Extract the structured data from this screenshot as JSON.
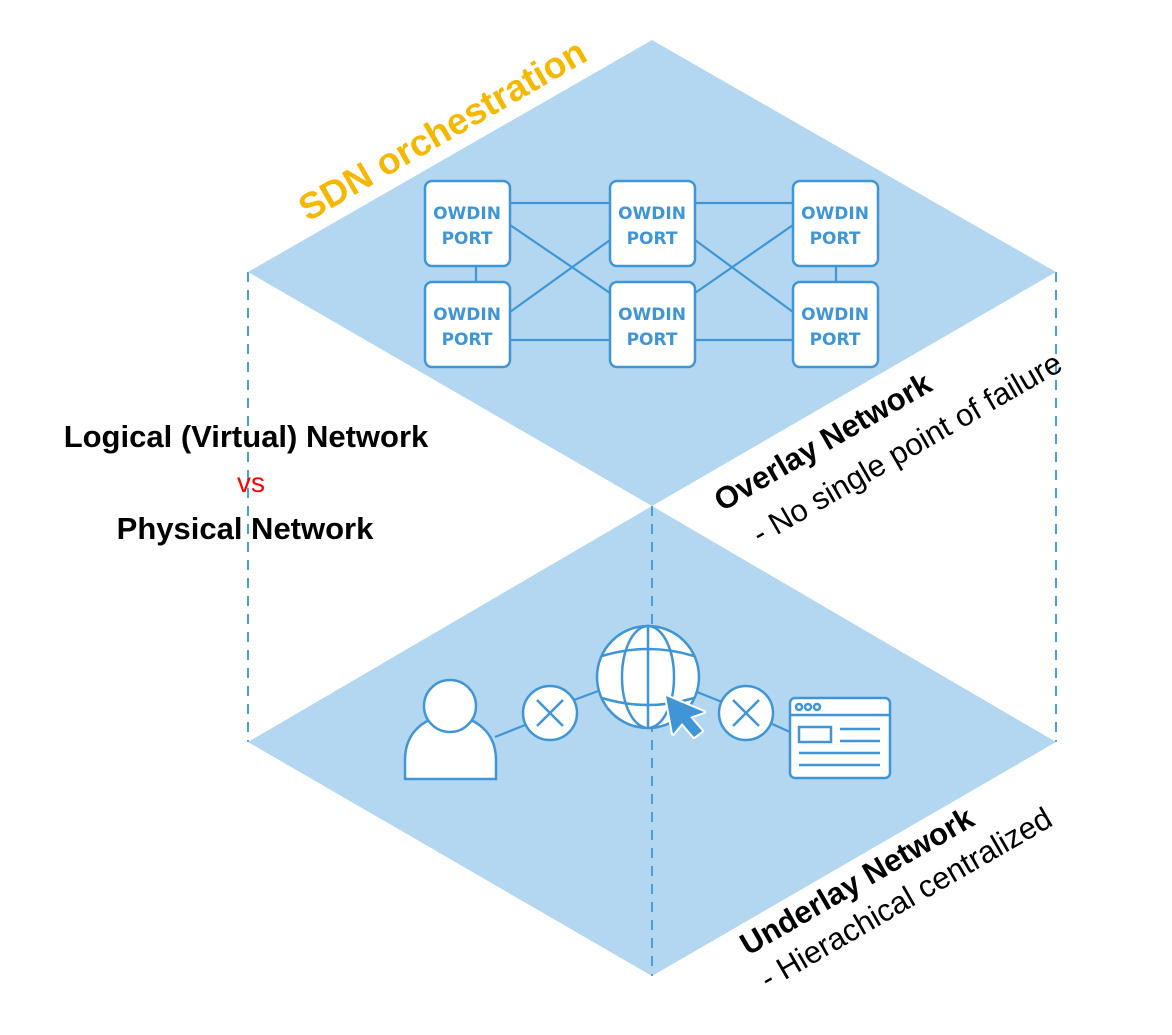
{
  "title_block": {
    "line1": "Logical (Virtual) Network",
    "vs": "vs",
    "line2": "Physical Network"
  },
  "overlay": {
    "orchestration_label": "SDN orchestration",
    "heading": "Overlay Network",
    "description": "- No single point of failure",
    "ports": [
      {
        "line1": "OWDIN",
        "line2": "PORT"
      },
      {
        "line1": "OWDIN",
        "line2": "PORT"
      },
      {
        "line1": "OWDIN",
        "line2": "PORT"
      },
      {
        "line1": "OWDIN",
        "line2": "PORT"
      },
      {
        "line1": "OWDIN",
        "line2": "PORT"
      },
      {
        "line1": "OWDIN",
        "line2": "PORT"
      }
    ]
  },
  "underlay": {
    "heading": "Underlay Network",
    "description": "- Hierachical centralized",
    "icons": [
      "user-icon",
      "close-circle-icon",
      "globe-icon",
      "cursor-icon",
      "close-circle-icon",
      "browser-window-icon"
    ]
  },
  "colors": {
    "plane_fill": "#b3d7f0",
    "accent_blue": "#3f95d6",
    "orchestration_text": "#f5b800",
    "vs_text": "#ff0000"
  }
}
